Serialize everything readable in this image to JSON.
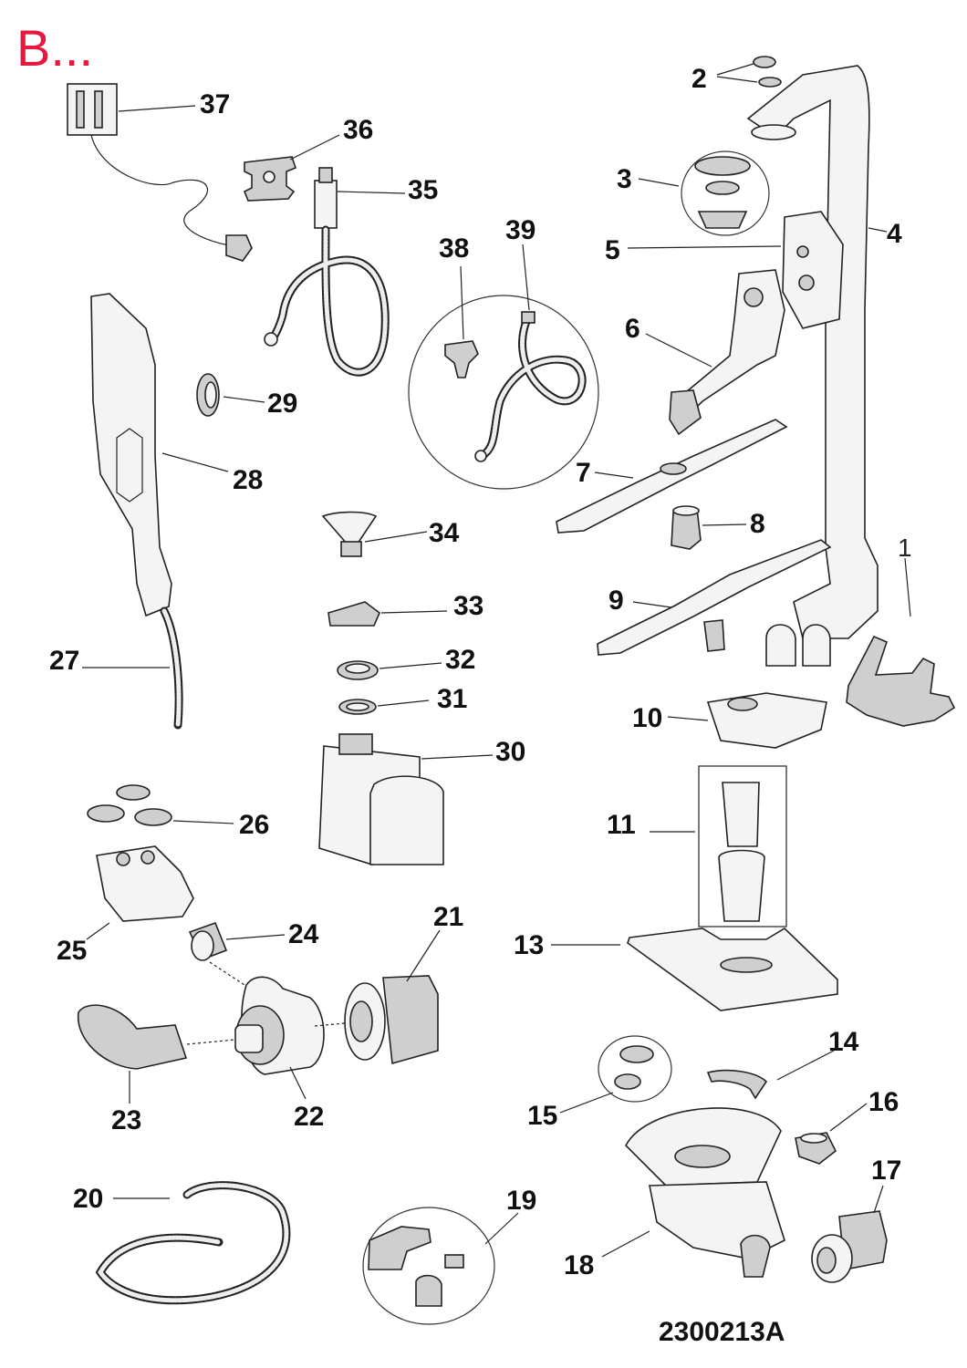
{
  "header": {
    "title": "B..."
  },
  "footer": {
    "code": "2300213A"
  },
  "colors": {
    "title": "#e8173e",
    "ink": "#111111",
    "part_fill": "#f4f4f4",
    "part_shade": "#cfcfcf"
  },
  "labels": {
    "p1": "1",
    "p2": "2",
    "p3": "3",
    "p4": "4",
    "p5": "5",
    "p6": "6",
    "p7": "7",
    "p8": "8",
    "p9": "9",
    "p10": "10",
    "p11": "11",
    "p13": "13",
    "p14": "14",
    "p15": "15",
    "p16": "16",
    "p17": "17",
    "p18": "18",
    "p19": "19",
    "p20": "20",
    "p21": "21",
    "p22": "22",
    "p23": "23",
    "p24": "24",
    "p25": "25",
    "p26": "26",
    "p27": "27",
    "p28": "28",
    "p29": "29",
    "p30": "30",
    "p31": "31",
    "p32": "32",
    "p33": "33",
    "p34": "34",
    "p35": "35",
    "p36": "36",
    "p37": "37",
    "p38": "38",
    "p39": "39"
  }
}
